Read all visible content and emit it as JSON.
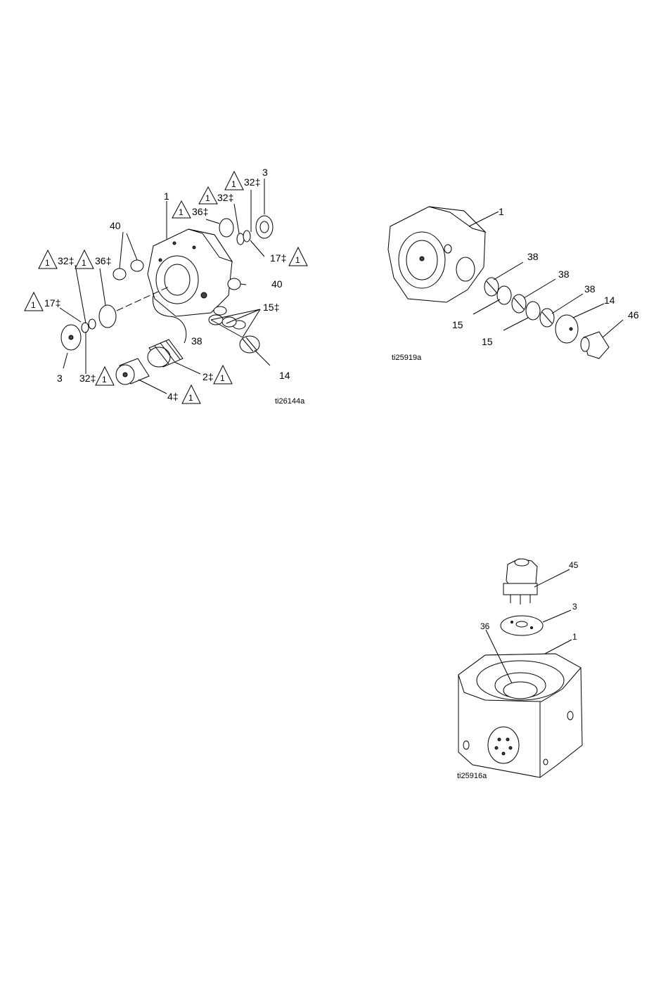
{
  "figures": [
    {
      "id": "ti26144a",
      "callouts": {
        "c3_top": "3",
        "c32_top": "32‡",
        "c32_mid": "32‡",
        "c1": "1",
        "c36_top": "36‡",
        "c40_left": "40",
        "c32_left": "32‡",
        "c36_left": "36‡",
        "c17_right": "17‡",
        "c40_right": "40",
        "c17_left": "17‡",
        "c15": "15‡",
        "c38": "38",
        "c3_bottom": "3",
        "c32_bottom": "32‡",
        "c2": "2‡",
        "c14": "14",
        "c4": "4‡"
      },
      "warning_number": "1"
    },
    {
      "id": "ti25919a",
      "callouts": {
        "c1": "1",
        "c38_a": "38",
        "c38_b": "38",
        "c38_c": "38",
        "c14": "14",
        "c46": "46",
        "c15_a": "15",
        "c15_b": "15"
      }
    },
    {
      "id": "ti25916a",
      "callouts": {
        "c45": "45",
        "c3": "3",
        "c36": "36",
        "c1": "1"
      }
    }
  ]
}
